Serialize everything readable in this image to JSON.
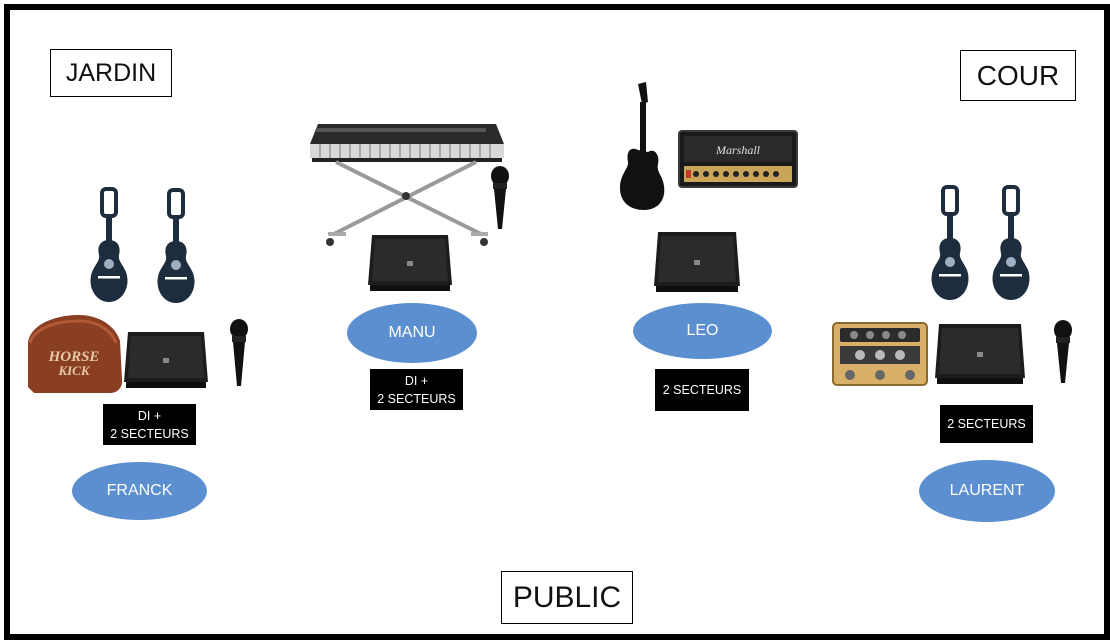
{
  "labels": {
    "left_side": "JARDIN",
    "right_side": "COUR",
    "audience": "PUBLIC"
  },
  "musicians": {
    "franck": {
      "name": "FRANCK",
      "needs_line1": "DI +",
      "needs_line2": "2 SECTEURS"
    },
    "manu": {
      "name": "MANU",
      "needs_line1": "DI +",
      "needs_line2": "2 SECTEURS"
    },
    "leo": {
      "name": "LEO",
      "needs_line1": "2 SECTEURS"
    },
    "laurent": {
      "name": "LAURENT",
      "needs_line1": "2 SECTEURS"
    }
  },
  "stompbox_text": {
    "line1": "HORSE",
    "line2": "KICK"
  },
  "amp_brand": "Marshall",
  "colors": {
    "oval_fill": "#5b8fcf",
    "guitar_fill": "#1e2d3d",
    "monitor_fill": "#1c1c1c",
    "frame": "#000000"
  },
  "icons": [
    "acoustic-guitar-icon",
    "stage-monitor-icon",
    "microphone-icon",
    "keyboard-icon",
    "electric-guitar-icon",
    "guitar-amp-head-icon",
    "stompbox-icon",
    "effects-pedal-icon"
  ]
}
